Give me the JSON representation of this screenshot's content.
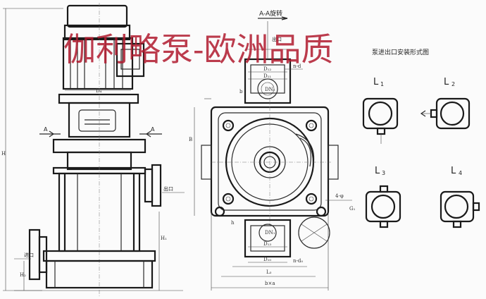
{
  "watermark": "伽利略泵-欧洲品质",
  "section_title": "A-A旋转",
  "install_title": "泵进出口安装形式图",
  "labels": {
    "outlet_left": "出口",
    "inlet_left": "进口",
    "outlet_top": "出口",
    "section_a_left": "A",
    "section_a_right": "A",
    "height_H": "H",
    "height_H1": "H₁",
    "height_H2": "H₂",
    "motor_d4": "D₄",
    "flange_d12": "D₁₂",
    "flange_d11": "D₁₁",
    "flange_dn2": "DN₂",
    "flange_dn1": "DN₁",
    "flange_d13": "D₁₃",
    "flange_d10": "D₁₀",
    "holes_nd": "n-d",
    "holes_nd0": "n-d₀",
    "holes_kphi": "4-φ",
    "dim_b": "b",
    "dim_B": "B",
    "dim_hl": "h",
    "dim_G1": "G₁",
    "dim_L3": "L₃",
    "dim_bxa": "b×a"
  },
  "install_forms": [
    {
      "id": "L1",
      "letter": "L",
      "sub": "1"
    },
    {
      "id": "L2",
      "letter": "L",
      "sub": "2"
    },
    {
      "id": "L3",
      "letter": "L",
      "sub": "3"
    },
    {
      "id": "L4",
      "letter": "L",
      "sub": "4"
    }
  ]
}
